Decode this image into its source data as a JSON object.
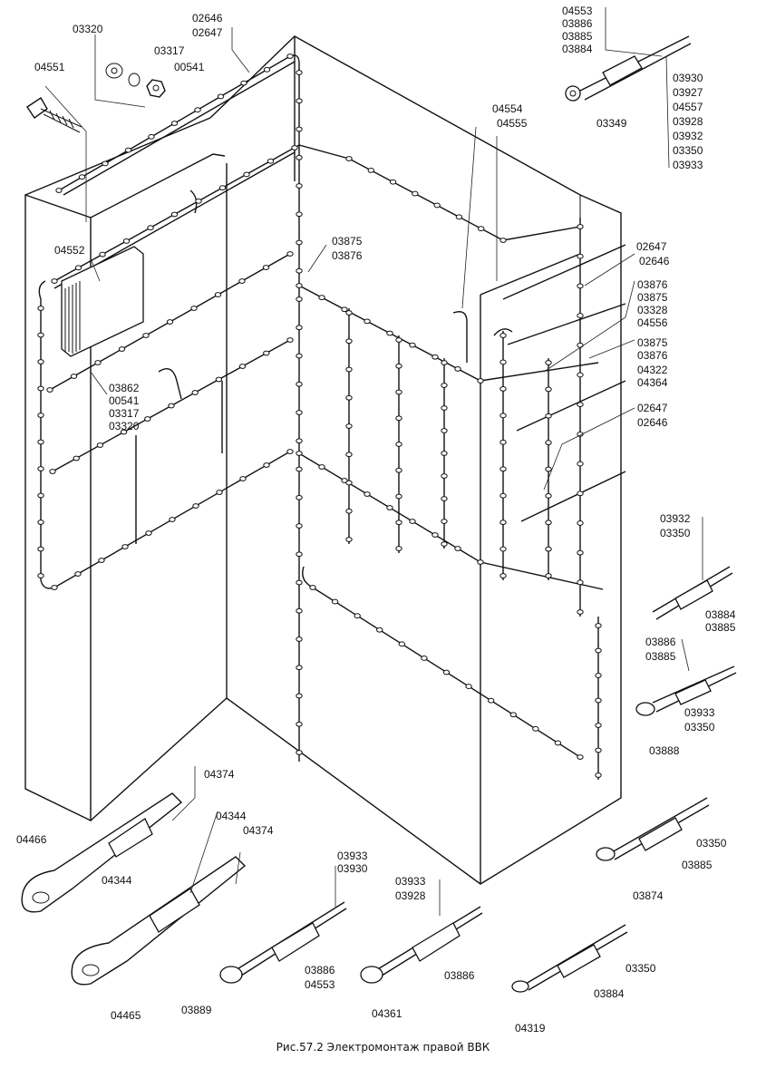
{
  "caption": "Рис.57.2 Электромонтаж правой ВВК",
  "labels": {
    "t1_04553": "04553",
    "t1_03886": "03886",
    "t1_03885": "03885",
    "t1_03884": "03884",
    "t1_03930": "03930",
    "t1_03927": "03927",
    "t1_04557": "04557",
    "t1_03928": "03928",
    "t1_03932": "03932",
    "t1_03350": "03350",
    "t1_03933": "03933",
    "t1_03349": "03349",
    "h_02646": "02646",
    "h_02647": "02647",
    "n_03320": "03320",
    "n_03317": "03317",
    "n_00541": "00541",
    "n_04551": "04551",
    "s_04554": "04554",
    "s_04555": "04555",
    "c_03875": "03875",
    "c_03876": "03876",
    "b_04552": "04552",
    "r1_02647": "02647",
    "r1_02646": "02646",
    "r2_03876": "03876",
    "r2_03875": "03875",
    "r2_03328": "03328",
    "r2_04556": "04556",
    "r3_03875": "03875",
    "r3_03876": "03876",
    "r3_04322": "04322",
    "r3_04364": "04364",
    "r4_02647": "02647",
    "r4_02646": "02646",
    "l_03862": "03862",
    "l_00541": "00541",
    "l_03317": "03317",
    "l_03320": "03320",
    "m1_03932": "03932",
    "m1_03350": "03350",
    "m1_03884": "03884",
    "m1_03885": "03885",
    "m2_03886": "03886",
    "m2_03885": "03885",
    "m2_03933": "03933",
    "m2_03350": "03350",
    "m2_03888": "03888",
    "big1_04374": "04374",
    "big1_04466": "04466",
    "big1_04344": "04344",
    "big2_04344": "04344",
    "big2_04374": "04374",
    "big2_04465": "04465",
    "b1_03933": "03933",
    "b1_03930": "03930",
    "b1_03886": "03886",
    "b1_04553": "04553",
    "b1_03889": "03889",
    "b2_03933": "03933",
    "b2_03928": "03928",
    "b2_03886": "03886",
    "b2_04361": "04361",
    "b3_03350": "03350",
    "b3_03885": "03885",
    "b3_03874": "03874",
    "b4_03350": "03350",
    "b4_03884": "03884",
    "b4_04319": "04319"
  }
}
